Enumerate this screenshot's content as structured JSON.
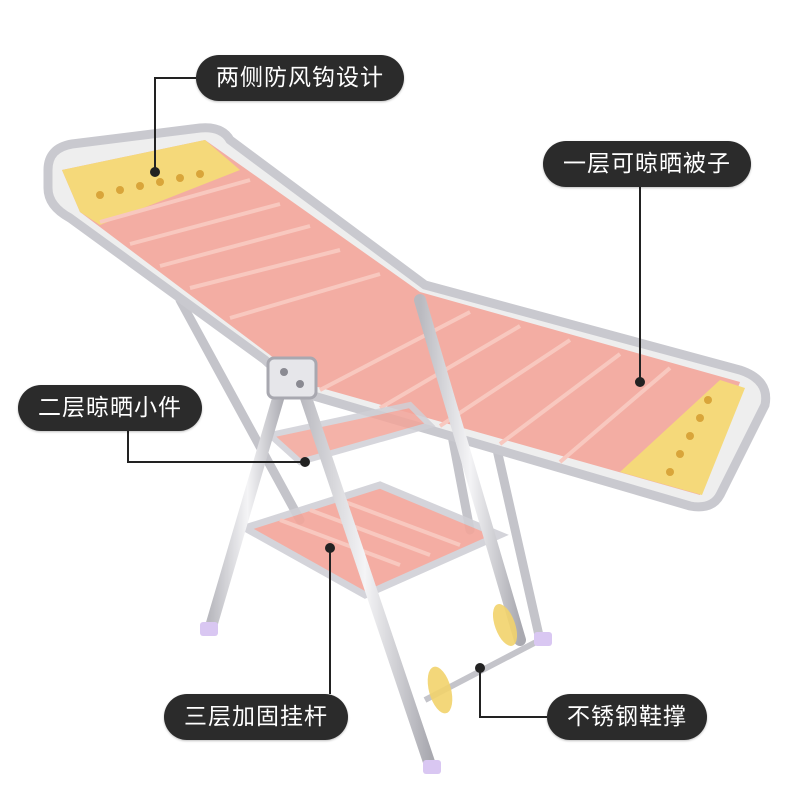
{
  "callouts": {
    "top_hooks": "两侧防风钩设计",
    "first_layer": "一层可晾晒被子",
    "second_layer": "二层晾晒小件",
    "third_layer": "三层加固挂杆",
    "shoe_rack": "不锈钢鞋撑"
  },
  "colors": {
    "label_bg": "#2b2b2b",
    "label_text": "#ffffff",
    "pink_panel": "#f3a59a",
    "yellow_end": "#f5d97a",
    "frame": "#d8d8dc",
    "foot_cap": "#d9c7f2",
    "line": "#222222"
  }
}
